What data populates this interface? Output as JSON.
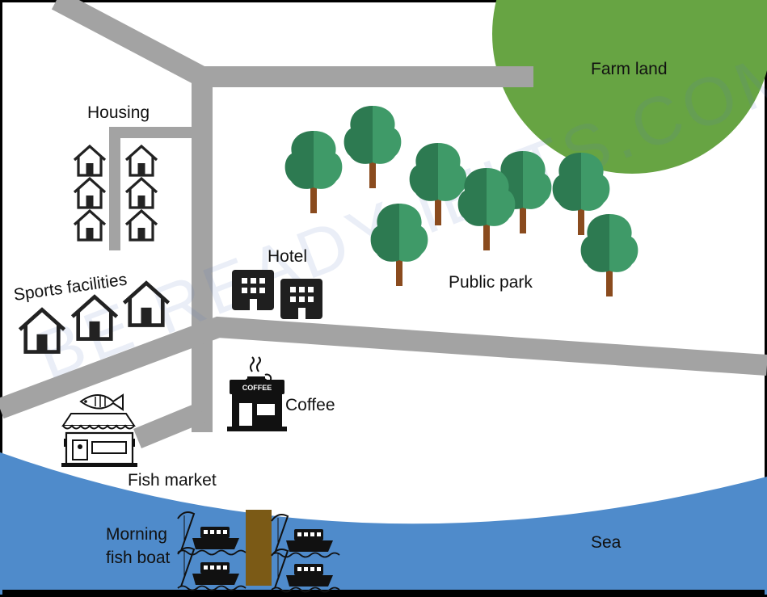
{
  "title": "",
  "labels": {
    "housing": "Housing",
    "sports": "Sports facilities",
    "hotel": "Hotel",
    "public_park": "Public park",
    "farm_land": "Farm land",
    "coffee": "Coffee",
    "coffee_sign": "COFFEE",
    "fish_market": "Fish market",
    "boat_line1": "Morning",
    "boat_line2": "fish boat",
    "sea": "Sea"
  },
  "watermark": "BE READY IELTS.COM",
  "colors": {
    "road": "#a3a3a3",
    "farm": "#67a443",
    "sea": "#4f8bcb",
    "pier": "#7b5a16",
    "tree_dark": "#2d7a51",
    "tree_light": "#3f9a68",
    "trunk": "#8a4b1e"
  },
  "icons": {
    "houses": "house-icon",
    "hotel": "building-icon",
    "coffee": "coffee-shop-icon",
    "fish_market": "fish-market-icon",
    "boats": "fishing-boat-icon",
    "trees": "tree-icon"
  }
}
